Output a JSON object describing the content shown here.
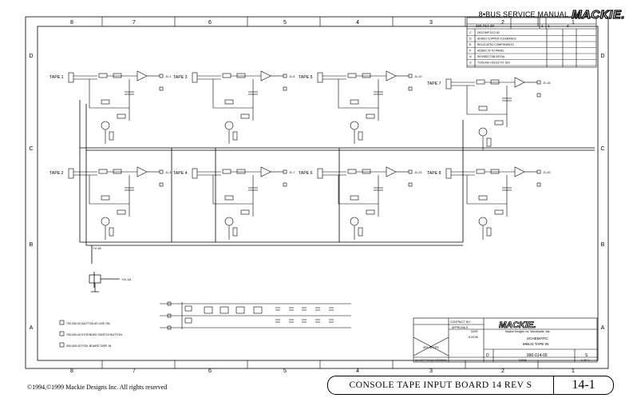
{
  "header": {
    "manual_title": "8•BUS SERVICE MANUAL",
    "logo_text": "MACKIE."
  },
  "border": {
    "columns": [
      "8",
      "7",
      "6",
      "5",
      "4",
      "3",
      "2",
      "1"
    ],
    "rows": [
      "D",
      "C",
      "B",
      "A"
    ]
  },
  "revision_table": {
    "drawing_no": "990-014-00",
    "sheet": "1",
    "of": "1",
    "rev": "S",
    "rows": [
      {
        "rev": "C",
        "desc": "DECOMP ECO 82"
      },
      {
        "rev": "D",
        "desc": "ADDED COPPER CLEARANCE"
      },
      {
        "rev": "E",
        "desc": "RELOCATED COMPONENTS"
      },
      {
        "rev": "F",
        "desc": "ADDED J9 TO PANEL"
      },
      {
        "rev": "G",
        "desc": "REVISED TAB DETAIL"
      },
      {
        "rev": "S",
        "desc": "TOOLING HOLES TO JUN"
      }
    ]
  },
  "channels": [
    {
      "label": "TAPE 1",
      "out": "J1-1"
    },
    {
      "label": "TAPE 3",
      "out": "J1-5"
    },
    {
      "label": "TAPE 5",
      "out": "J1-10"
    },
    {
      "label": "TAPE 7",
      "out": "J1-16"
    },
    {
      "label": "TAPE 2",
      "out": "J1-3"
    },
    {
      "label": "TAPE 4",
      "out": "J1-7"
    },
    {
      "label": "TAPE 6",
      "out": "J1-13"
    },
    {
      "label": "TAPE 8",
      "out": "J1-20"
    }
  ],
  "schematic": {
    "bus_label": "+V-18",
    "switch_label": "+V/-18",
    "legend": [
      "700-000-00 BUTTON AS USE ON",
      "750-000-00 EXTENDED SWITCH BUTTON",
      "000-000-00 PCB, BOARD TAPE IN"
    ]
  },
  "title_block": {
    "logo_text": "MACKIE.",
    "company": "Mackie Designs Inc.  Woodinville, Wa.",
    "title_line1": "SCHEMATIC",
    "title_line2": "8•BUS TAPE IN",
    "drawing_no": "990-014-00",
    "size": "D",
    "rev": "S",
    "scale": "NONE",
    "sheet": "1 OF 1",
    "approvals_label": "APPROVALS",
    "date_label": "DATE",
    "contract_label": "CONTRACT NO.",
    "date_value": "8-03-95",
    "see_notes": "SEE NOTES",
    "do_not_scale": "DO NOT SCALE DRAWING"
  },
  "footer": {
    "copyright": "©1994,©1999 Mackie Designs Inc. All rights reserved",
    "board_title": "CONSOLE TAPE INPUT BOARD 14 REV S",
    "page_number": "14-1"
  }
}
